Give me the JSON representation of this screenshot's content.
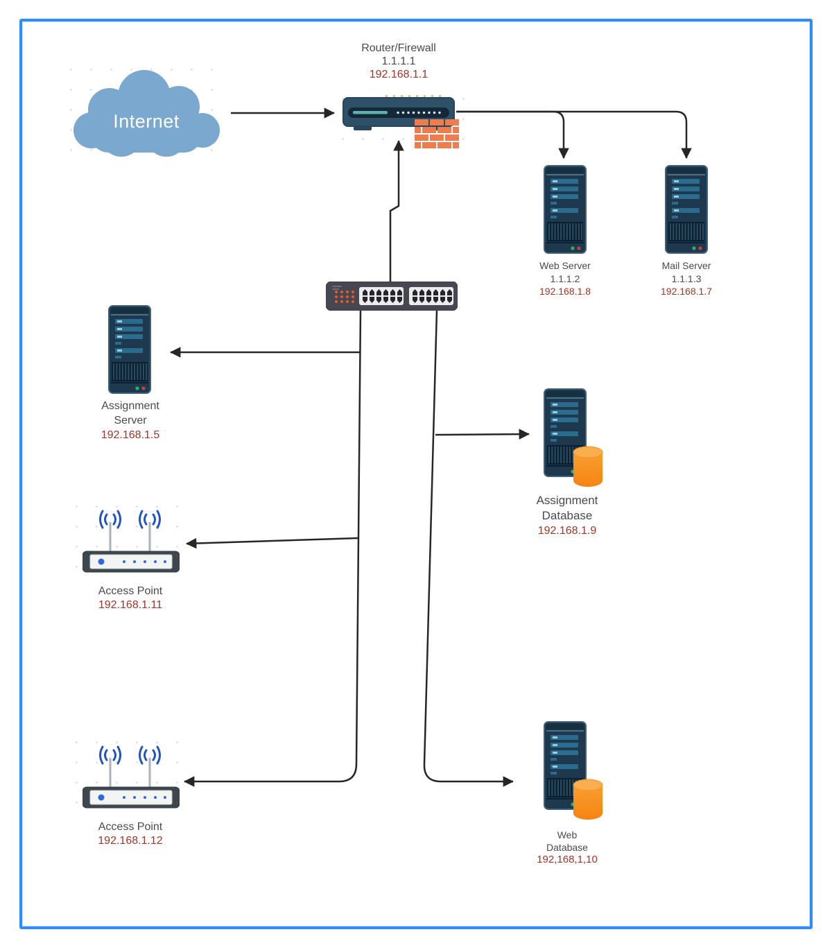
{
  "diagram_type": "network-topology",
  "colors": {
    "frame_border": "#2F8CFE",
    "connector_line": "#262626",
    "label_text": "#4A4A4A",
    "ip_text": "#A23428",
    "cloud_fill": "#7BA8CE",
    "device_body": "#1E394D",
    "device_bar": "#2B6B8D",
    "database_cylinder": "#F7941E",
    "firewall_brick": "#ED7C4E",
    "switch_body": "#474752",
    "access_point_dot": "#2B6ADB"
  },
  "nodes": {
    "internet": {
      "label": "Internet"
    },
    "router_firewall": {
      "name": "Router/Firewall",
      "wan_ip": "1.1.1.1",
      "lan_ip": "192.168.1.1"
    },
    "web_server": {
      "name": "Web Server",
      "wan_ip": "1.1.1.2",
      "lan_ip": "192.168.1.8"
    },
    "mail_server": {
      "name": "Mail Server",
      "wan_ip": "1.1.1.3",
      "lan_ip": "192.168.1.7"
    },
    "assignment_server": {
      "name_line1": "Assignment",
      "name_line2": "Server",
      "lan_ip": "192.168.1.5"
    },
    "access_point_1": {
      "name": "Access Point",
      "lan_ip": "192.168.1.11"
    },
    "access_point_2": {
      "name": "Access Point",
      "lan_ip": "192.168.1.12"
    },
    "assignment_database": {
      "name_line1": "Assignment",
      "name_line2": "Database",
      "lan_ip": "192.168.1.9"
    },
    "web_database": {
      "name_line1": "Web",
      "name_line2": "Database",
      "lan_ip": "192,168,1,10"
    }
  },
  "edges": [
    {
      "from": "internet",
      "to": "router_firewall"
    },
    {
      "from": "router_firewall",
      "to": "web_server"
    },
    {
      "from": "router_firewall",
      "to": "mail_server"
    },
    {
      "from": "switch",
      "to": "router_firewall"
    },
    {
      "from": "switch",
      "to": "assignment_server"
    },
    {
      "from": "switch",
      "to": "access_point_1"
    },
    {
      "from": "switch",
      "to": "access_point_2"
    },
    {
      "from": "switch",
      "to": "assignment_database"
    },
    {
      "from": "switch",
      "to": "web_database"
    }
  ]
}
